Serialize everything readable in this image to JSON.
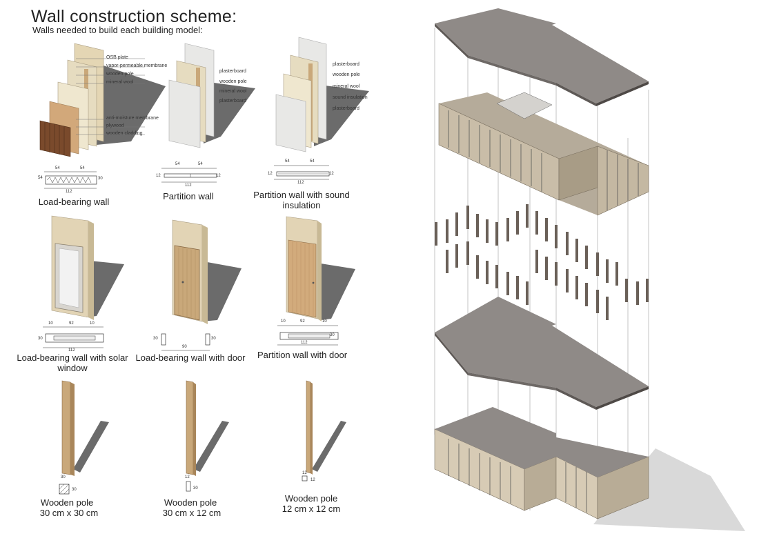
{
  "title": "Wall construction scheme:",
  "subtitle": "Walls needed to build each building model:",
  "wall_types": [
    {
      "caption": "Load-bearing wall",
      "layers": [
        "OSB plate",
        "vapor-permeable membrane",
        "wooden pole",
        "mineral wool",
        "anti-moisture membrane",
        "plywood",
        "wooden cladding"
      ],
      "dims": {
        "a": "54",
        "b": "54",
        "c": "112",
        "d": "54",
        "e": "30"
      }
    },
    {
      "caption": "Partition wall",
      "layers": [
        "plasterboard",
        "wooden pole",
        "mineral wool",
        "plasterboard"
      ],
      "dims": {
        "a": "54",
        "b": "54",
        "c": "112",
        "d": "12",
        "e": "12"
      }
    },
    {
      "caption": "Partition wall with sound insulation",
      "layers": [
        "plasterboard",
        "wooden pole",
        "mineral wool",
        "sound insulation",
        "plasterboard"
      ],
      "dims": {
        "a": "54",
        "b": "54",
        "c": "112",
        "d": "12",
        "e": "12"
      }
    },
    {
      "caption": "Load-bearing wall with solar window",
      "dims": {
        "a": "10",
        "b": "92",
        "c": "10",
        "d": "112",
        "e": "30"
      }
    },
    {
      "caption": "Load-bearing wall with door",
      "dims": {
        "a": "90",
        "b": "30",
        "c": "30"
      }
    },
    {
      "caption": "Partition wall with door",
      "dims": {
        "a": "10",
        "b": "92",
        "c": "10",
        "d": "112",
        "e": "30"
      }
    }
  ],
  "poles": [
    {
      "caption_line1": "Wooden pole",
      "caption_line2": "30 cm x 30 cm",
      "dim_w": "30",
      "dim_h": "30"
    },
    {
      "caption_line1": "Wooden pole",
      "caption_line2": "30 cm x 12 cm",
      "dim_w": "12",
      "dim_h": "30"
    },
    {
      "caption_line1": "Wooden pole",
      "caption_line2": "12 cm x 12 cm",
      "dim_w": "12",
      "dim_h": "12"
    }
  ],
  "colors": {
    "roof": "#8f8a87",
    "roof_edge": "#5e5956",
    "wood": "#c9a87a",
    "wood_dark": "#8a6a45",
    "osb": "#e4d6b4",
    "plaster": "#e8e8e6",
    "shadow": "#6b6b6b",
    "cladding": "#7a4a2c"
  }
}
